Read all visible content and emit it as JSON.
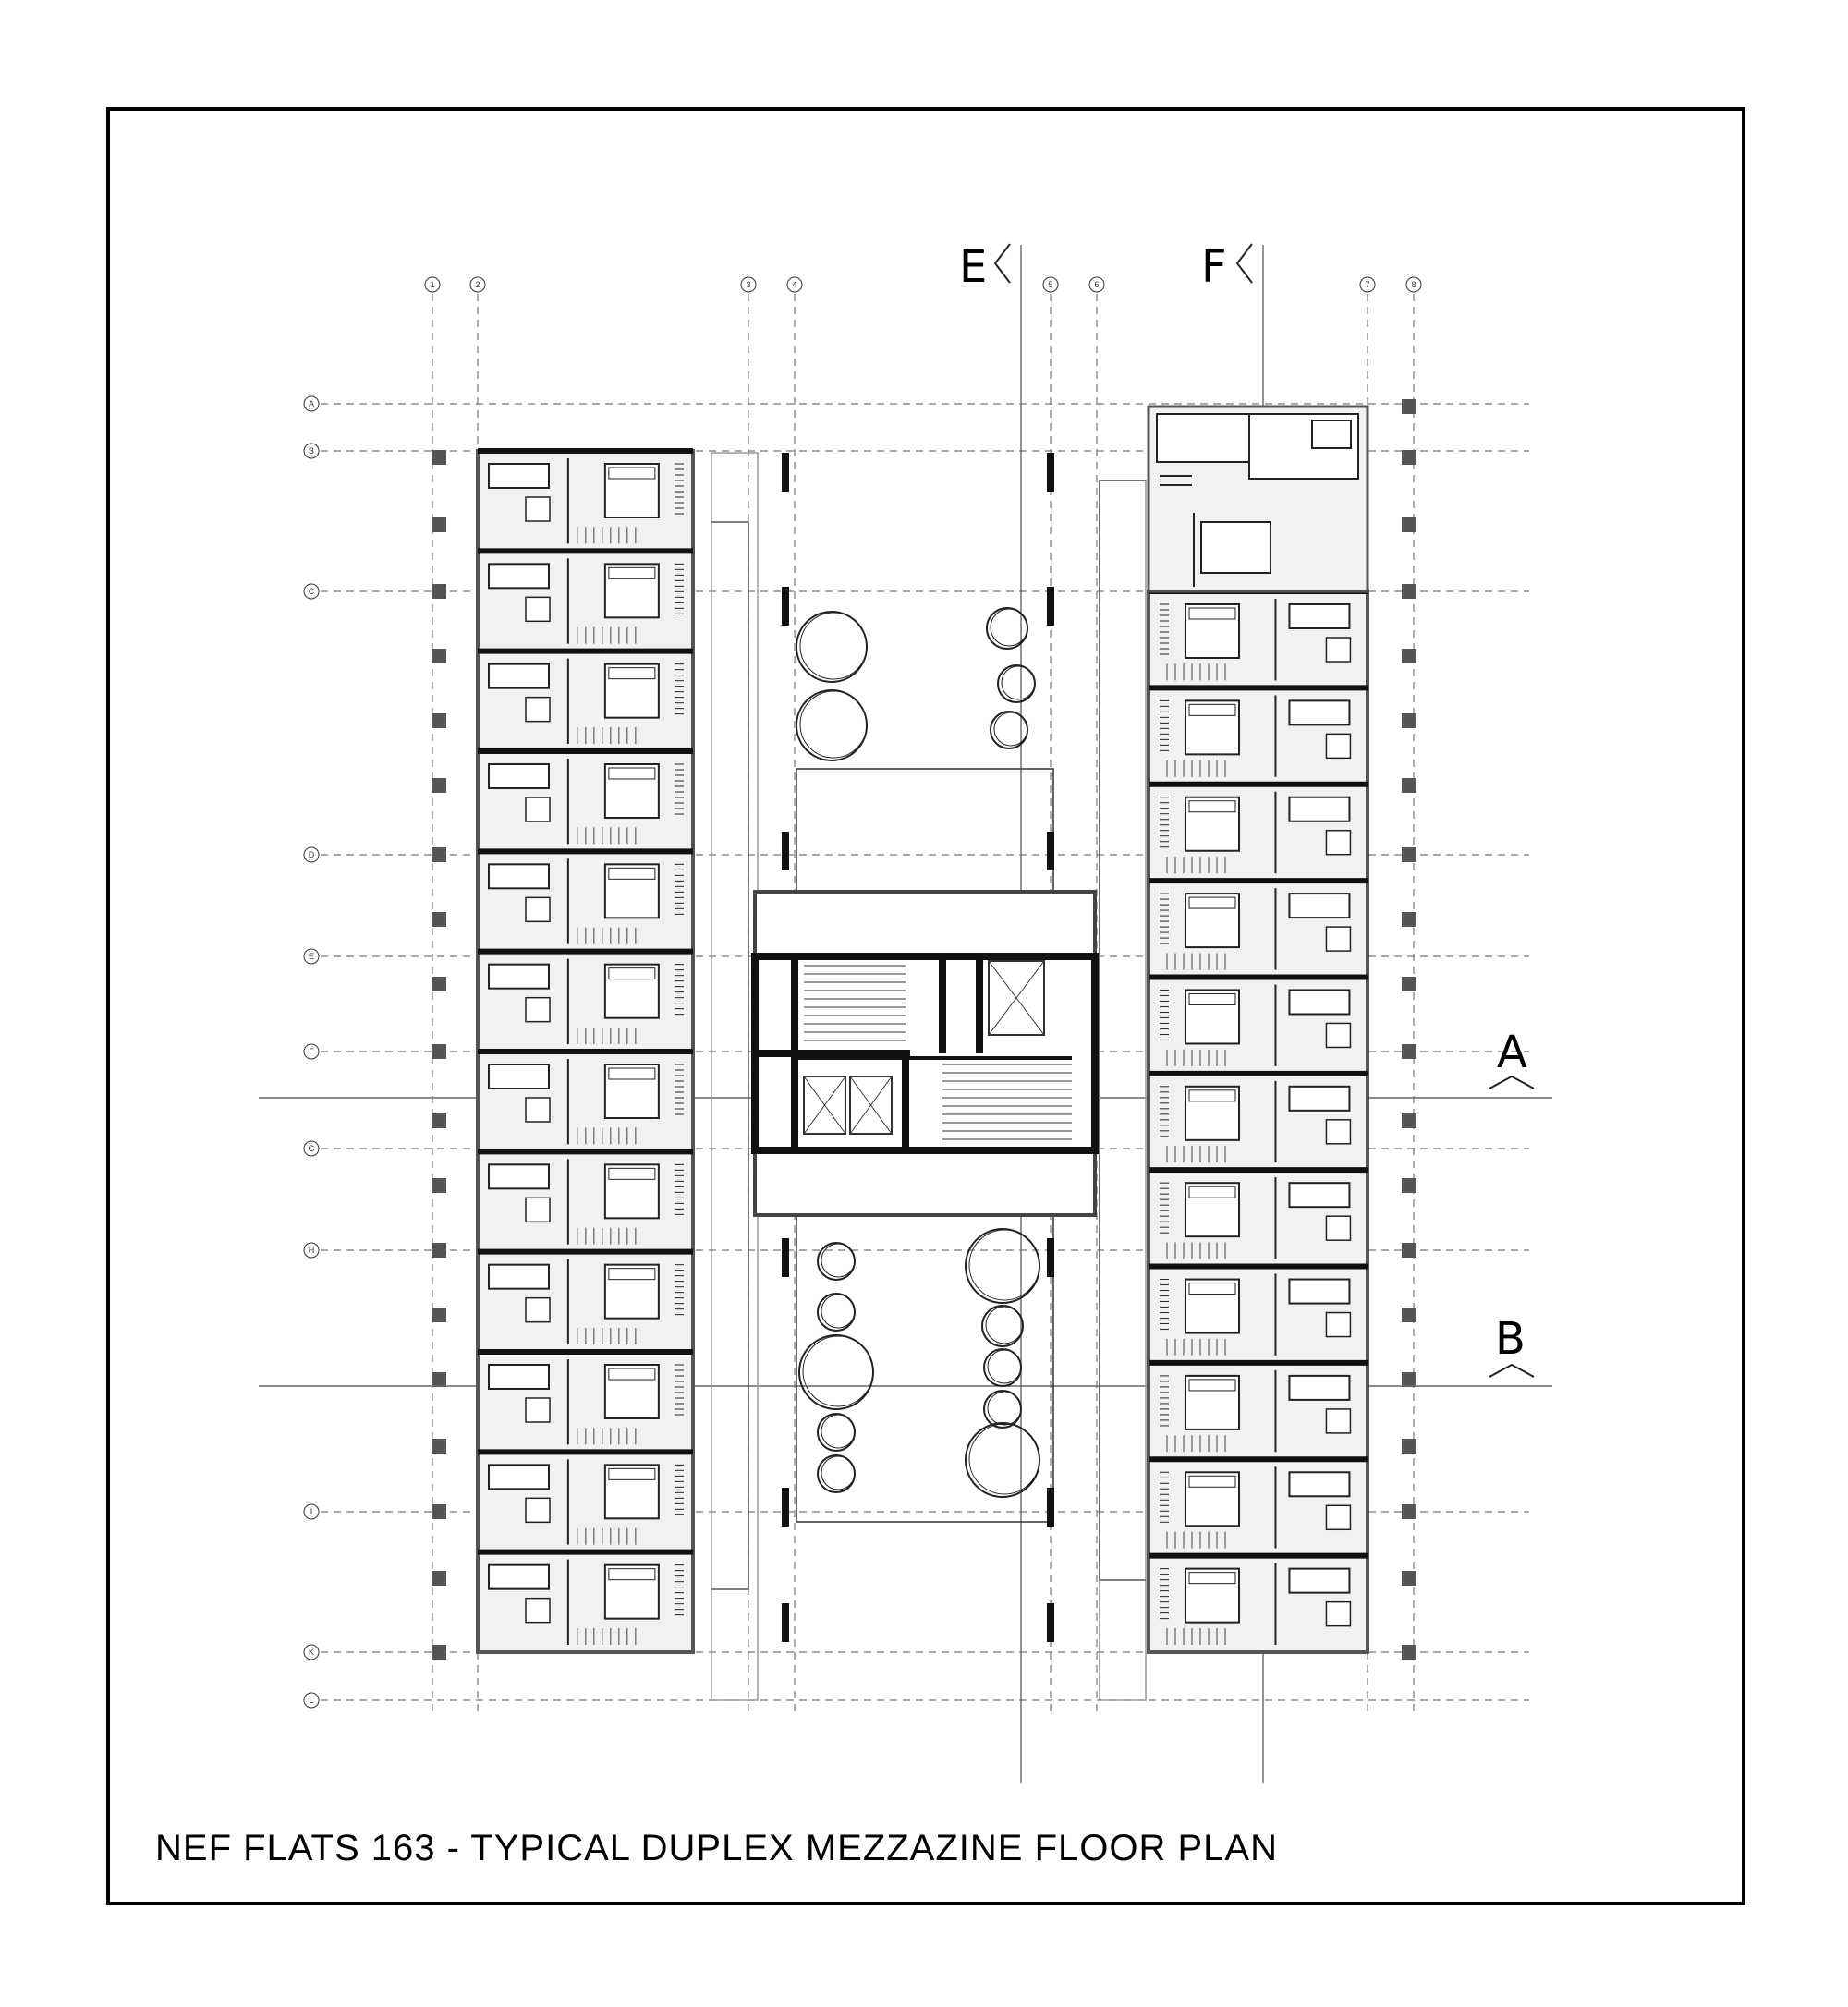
{
  "title": "NEF FLATS 163 - TYPICAL  DUPLEX  MEZZAZINE FLOOR PLAN",
  "grid": {
    "columns": [
      "1",
      "2",
      "3",
      "4",
      "5",
      "6",
      "7",
      "8"
    ],
    "rows": [
      "A",
      "B",
      "C",
      "D",
      "E",
      "F",
      "G",
      "H",
      "I",
      "K",
      "L"
    ]
  },
  "sections": {
    "vertical": [
      "E",
      "F"
    ],
    "horizontal": [
      "A",
      "B"
    ]
  },
  "colors": {
    "line": "#111111",
    "grid": "#777777",
    "unit_fill": "#f1f1f1",
    "wall": "#111111",
    "column": "#555555"
  }
}
